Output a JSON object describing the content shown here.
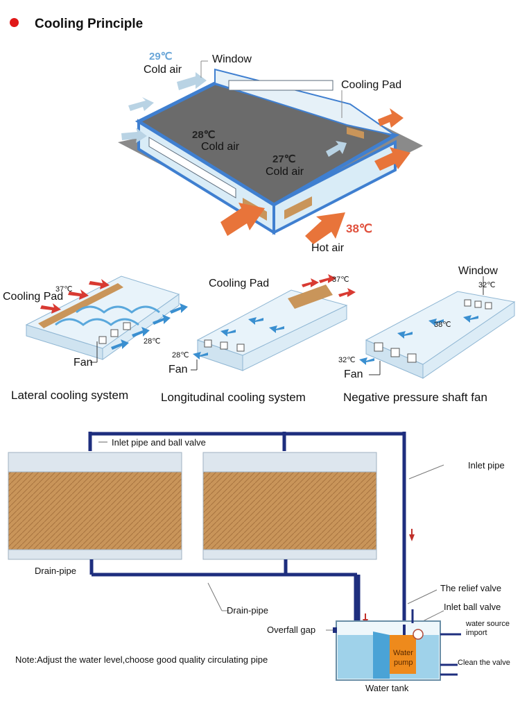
{
  "header": {
    "title": "Cooling Principle",
    "bullet_color": "#e01818"
  },
  "building": {
    "labels": {
      "temp_top": "29℃",
      "cold_top": "Cold air",
      "window": "Window",
      "cooling_pad": "Cooling Pad",
      "temp_mid1": "28℃",
      "cold_mid1": "Cold air",
      "temp_mid2": "27℃",
      "cold_mid2": "Cold air",
      "temp_hot": "38℃",
      "hot_air": "Hot air"
    }
  },
  "systems": [
    {
      "caption": "Lateral cooling system",
      "pad_label": "Cooling Pad",
      "fan_label": "Fan",
      "temp_in": "37℃",
      "temp_out": "28℃"
    },
    {
      "caption": "Longitudinal cooling system",
      "pad_label": "Cooling Pad",
      "fan_label": "Fan",
      "temp_in": "37℃",
      "temp_out": "28℃"
    },
    {
      "caption": "Negative pressure shaft fan",
      "window_label": "Window",
      "fan_label": "Fan",
      "temp_top": "32℃",
      "temp_mid": "38℃",
      "temp_out": "32℃"
    }
  ],
  "plumbing": {
    "labels": {
      "inlet_valve": "Inlet pipe and ball valve",
      "inlet_pipe": "Inlet pipe",
      "drain_left": "Drain-pipe",
      "drain_mid": "Drain-pipe",
      "relief": "The relief valve",
      "inlet_ball": "Inlet ball valve",
      "overfall": "Overfall gap",
      "water_source_1": "water source",
      "water_source_2": "import",
      "pump_1": "Water",
      "pump_2": "pump",
      "clean": "Clean the valve",
      "tank": "Water tank",
      "note": "Note:Adjust the water level,choose good quality circulating pipe"
    }
  },
  "colors": {
    "pipe": "#1e2e7e",
    "pad": "#c9955a",
    "building_blue": "#3f7fd0",
    "roof": "#6b6b6b",
    "hot_arrow": "#e8743a",
    "cold_arrow": "#9cc3de",
    "tank": "#9fd2ea",
    "pump": "#ee8a1c"
  }
}
